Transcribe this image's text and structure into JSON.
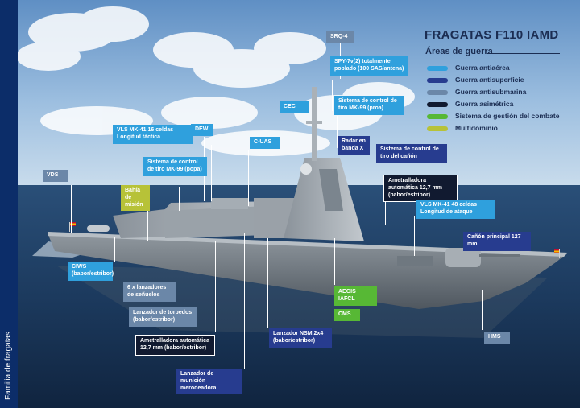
{
  "sidebar": {
    "text": "Familia de fragatas"
  },
  "header": {
    "title": "FRAGATAS F110 IAMD",
    "subtitle": "Áreas de guerra"
  },
  "colors": {
    "aerea": "#2fa0dd",
    "superficie": "#273c8f",
    "submarina": "#6b87a8",
    "asimetrica": "#111a30",
    "gestion": "#57b835",
    "multi": "#b7c238"
  },
  "legend": [
    {
      "label": "Guerra antiaérea",
      "color": "#2fa0dd"
    },
    {
      "label": "Guerra antisuperficie",
      "color": "#273c8f"
    },
    {
      "label": "Guerra antisubmarina",
      "color": "#6b87a8"
    },
    {
      "label": "Guerra asimétrica",
      "color": "#111a30"
    },
    {
      "label": "Sistema de gestión del combate",
      "color": "#57b835"
    },
    {
      "label": "Multidominio",
      "color": "#b7c238"
    }
  ],
  "labels": {
    "srq4": "SRQ-4",
    "spy7": "SPY-7v(2) totalmente poblado (100 SAS/antena)",
    "cec": "CEC",
    "mk99_proa": "Sistema de control de tiro MK-99 (proa)",
    "dew": "DEW",
    "vls16": "VLS MK-41 16 celdas Longitud táctica",
    "cuas": "C-UAS",
    "radar_x": "Radar en banda X",
    "control_canon": "Sistema de control de tiro del cañón",
    "vds": "VDS",
    "mk99_popa": "Sistema de control de tiro MK-99 (popa)",
    "bahia": "Bahía de misión",
    "ametralladora_proa": "Ametralladora automática 12,7 mm (babor/estribor)",
    "vls48": "VLS MK-41 48 celdas Longitud de ataque",
    "canon": "Cañón principal 127 mm",
    "ciws": "CIWS (babor/estribor)",
    "senuelos": "6 x lanzadores de señuelos",
    "aegis": "AEGIS IAFCL",
    "torpedos": "Lanzador de torpedos (babor/estribor)",
    "cms": "CMS",
    "ametralladora_popa": "Ametralladora automática 12,7 mm (babor/estribor)",
    "nsm": "Lanzador NSM 2x4 (babor/estribor)",
    "hms": "HMS",
    "municion": "Lanzador de munición merodeadora"
  }
}
